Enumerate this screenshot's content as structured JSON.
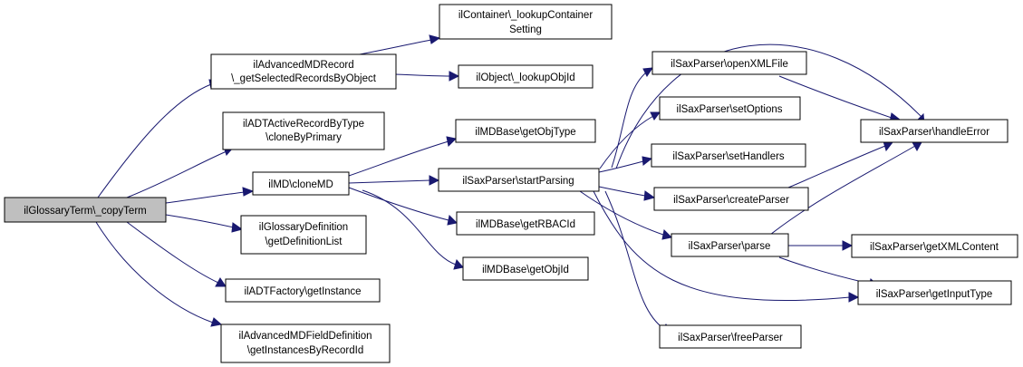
{
  "colors": {
    "edge": "#191970",
    "root_fill": "#bfbfbf",
    "node_fill": "#ffffff",
    "border": "#000000"
  },
  "nodes": {
    "copyTerm": [
      "ilGlossaryTerm\\_copyTerm"
    ],
    "getSelectedRecords": [
      "ilAdvancedMDRecord",
      "\\_getSelectedRecordsByObject"
    ],
    "cloneByPrimary": [
      "ilADTActiveRecordByType",
      "\\cloneByPrimary"
    ],
    "cloneMD": [
      "ilMD\\cloneMD"
    ],
    "getDefinitionList": [
      "ilGlossaryDefinition",
      "\\getDefinitionList"
    ],
    "getInstance": [
      "ilADTFactory\\getInstance"
    ],
    "getInstancesByRecordId": [
      "ilAdvancedMDFieldDefinition",
      "\\getInstancesByRecordId"
    ],
    "lookupContainerSetting": [
      "ilContainer\\_lookupContainer",
      "Setting"
    ],
    "lookupObjId": [
      "ilObject\\_lookupObjId"
    ],
    "getObjType": [
      "ilMDBase\\getObjType"
    ],
    "startParsing": [
      "ilSaxParser\\startParsing"
    ],
    "getRBACId": [
      "ilMDBase\\getRBACId"
    ],
    "getObjId": [
      "ilMDBase\\getObjId"
    ],
    "openXMLFile": [
      "ilSaxParser\\openXMLFile"
    ],
    "setOptions": [
      "ilSaxParser\\setOptions"
    ],
    "setHandlers": [
      "ilSaxParser\\setHandlers"
    ],
    "createParser": [
      "ilSaxParser\\createParser"
    ],
    "parse": [
      "ilSaxParser\\parse"
    ],
    "freeParser": [
      "ilSaxParser\\freeParser"
    ],
    "handleError": [
      "ilSaxParser\\handleError"
    ],
    "getXMLContent": [
      "ilSaxParser\\getXMLContent"
    ],
    "getInputType": [
      "ilSaxParser\\getInputType"
    ]
  },
  "edges": [
    [
      "copyTerm",
      "getSelectedRecords"
    ],
    [
      "copyTerm",
      "cloneByPrimary"
    ],
    [
      "copyTerm",
      "cloneMD"
    ],
    [
      "copyTerm",
      "getDefinitionList"
    ],
    [
      "copyTerm",
      "getInstance"
    ],
    [
      "copyTerm",
      "getInstancesByRecordId"
    ],
    [
      "getSelectedRecords",
      "lookupContainerSetting"
    ],
    [
      "getSelectedRecords",
      "lookupObjId"
    ],
    [
      "cloneMD",
      "getObjType"
    ],
    [
      "cloneMD",
      "startParsing"
    ],
    [
      "cloneMD",
      "getRBACId"
    ],
    [
      "cloneMD",
      "getObjId"
    ],
    [
      "startParsing",
      "openXMLFile"
    ],
    [
      "startParsing",
      "setOptions"
    ],
    [
      "startParsing",
      "setHandlers"
    ],
    [
      "startParsing",
      "createParser"
    ],
    [
      "startParsing",
      "parse"
    ],
    [
      "startParsing",
      "getInputType"
    ],
    [
      "startParsing",
      "freeParser"
    ],
    [
      "startParsing",
      "handleError"
    ],
    [
      "openXMLFile",
      "handleError"
    ],
    [
      "createParser",
      "handleError"
    ],
    [
      "parse",
      "handleError"
    ],
    [
      "parse",
      "getXMLContent"
    ],
    [
      "parse",
      "getInputType"
    ]
  ]
}
